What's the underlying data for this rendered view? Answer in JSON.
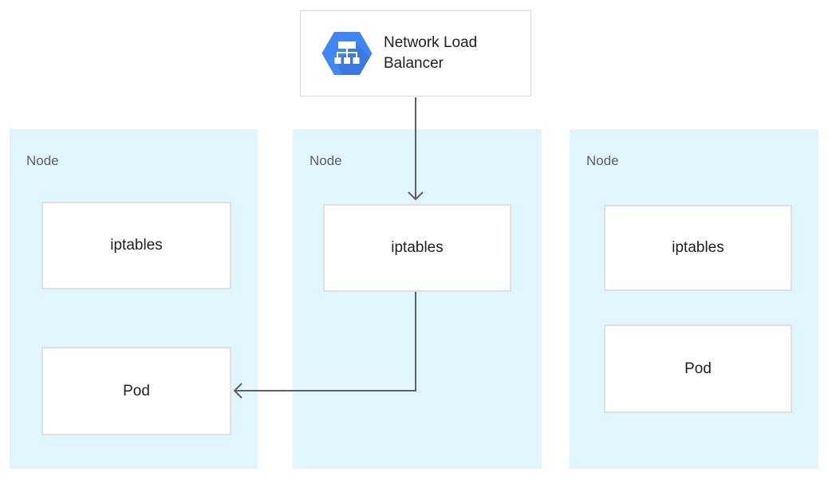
{
  "load_balancer": {
    "label": "Network Load Balancer",
    "icon": "network-load-balancer-hexagon-icon"
  },
  "nodes": [
    {
      "label": "Node",
      "iptables_label": "iptables",
      "pod_label": "Pod"
    },
    {
      "label": "Node",
      "iptables_label": "iptables"
    },
    {
      "label": "Node",
      "iptables_label": "iptables",
      "pod_label": "Pod"
    }
  ],
  "edges": [
    {
      "from": "network-load-balancer",
      "to": "node-2-iptables"
    },
    {
      "from": "node-2-iptables",
      "to": "node-1-pod"
    }
  ],
  "colors": {
    "node_background": "#E1F5FE",
    "icon_blue": "#4285F4",
    "icon_shadow_blue": "#3B77DB",
    "arrow": "#616161",
    "inner_box_border": "#E0E0E0",
    "nlb_border": "#D9D9D9",
    "node_label_text": "#616161",
    "box_text": "#212121"
  }
}
